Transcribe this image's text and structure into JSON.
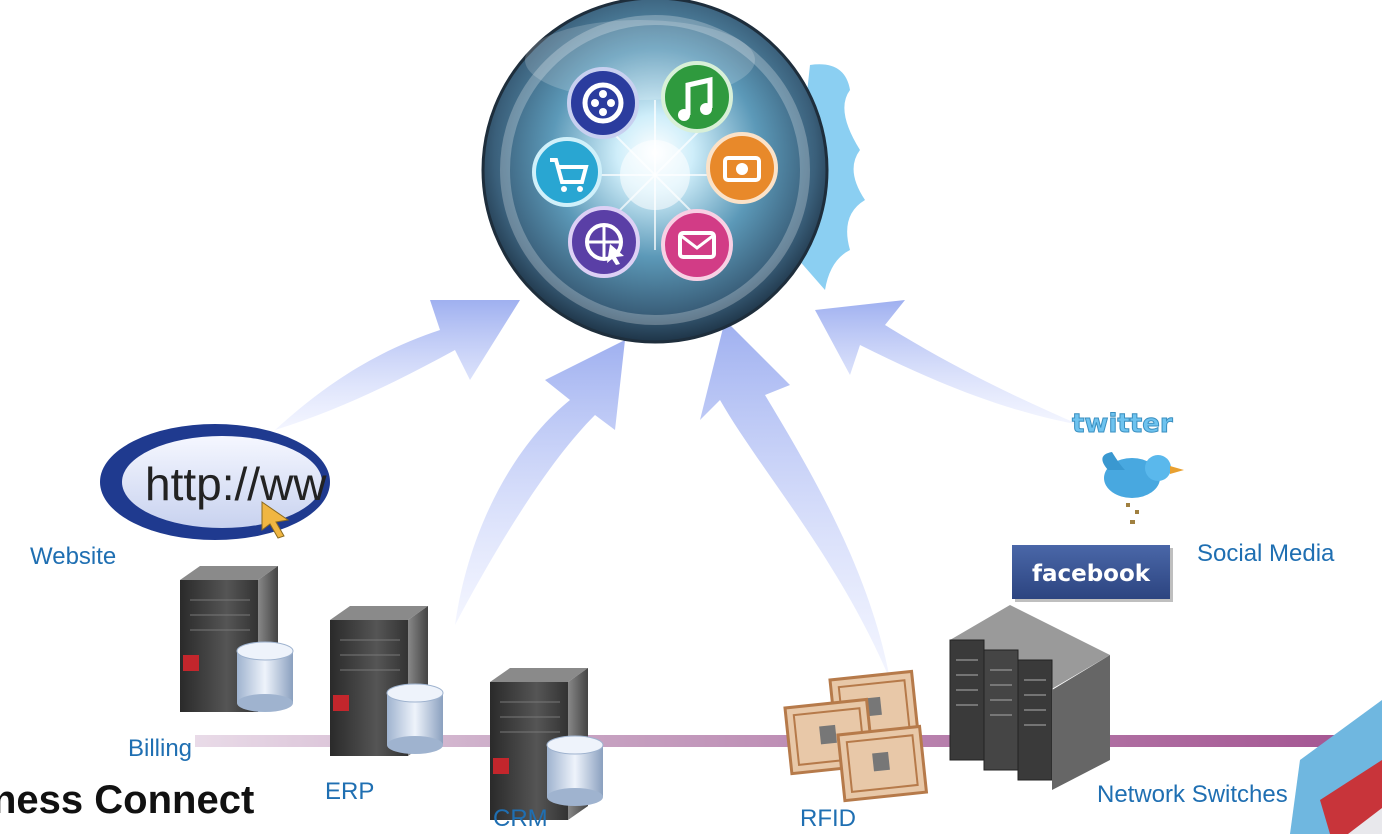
{
  "title": "ness Connect",
  "hub": {
    "icons": [
      "film-reel-icon",
      "music-note-icon",
      "shopping-cart-icon",
      "camera-icon",
      "globe-cursor-icon",
      "mail-icon"
    ]
  },
  "sources": {
    "website": "Website",
    "billing": "Billing",
    "erp": "ERP",
    "crm": "CRM",
    "rfid": "RFID",
    "network_switches": "Network Switches",
    "social_media": "Social Media"
  },
  "logos": {
    "http": "http://ww",
    "twitter": "twitter",
    "facebook": "facebook"
  },
  "colors": {
    "label": "#1f6fb2",
    "arrow": "#b9c3f5",
    "timeline": "#a85a94",
    "facebook": "#3b5998"
  }
}
